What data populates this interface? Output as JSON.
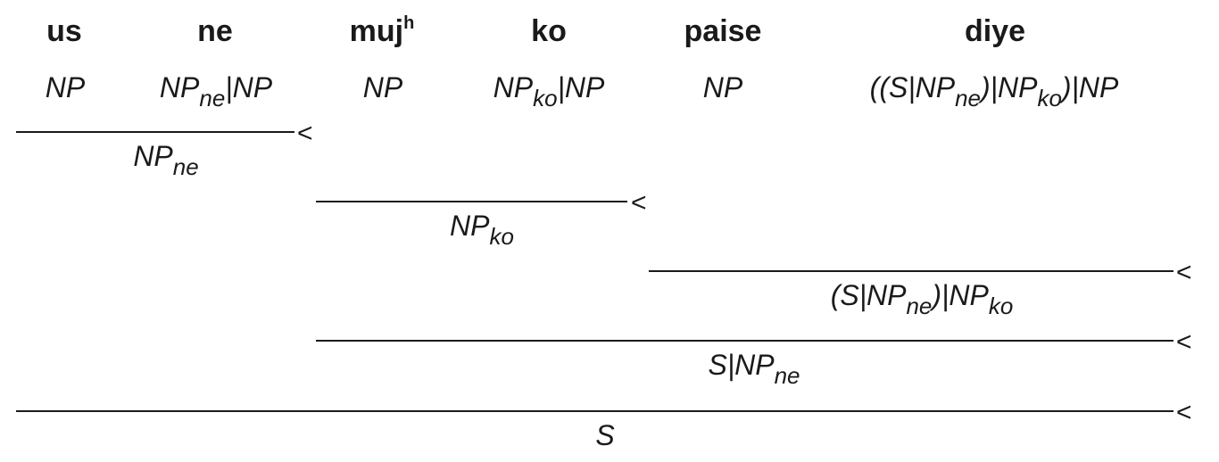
{
  "words": [
    {
      "base": "us",
      "sup": ""
    },
    {
      "base": "ne",
      "sup": ""
    },
    {
      "base": "muj",
      "sup": "h"
    },
    {
      "base": "ko",
      "sup": ""
    },
    {
      "base": "paise",
      "sup": ""
    },
    {
      "base": "diye",
      "sup": ""
    }
  ],
  "lexical_categories": [
    {
      "parts": [
        "NP"
      ]
    },
    {
      "parts": [
        "NP",
        "ne",
        "|NP"
      ]
    },
    {
      "parts": [
        "NP"
      ]
    },
    {
      "parts": [
        "NP",
        "ko",
        "|NP"
      ]
    },
    {
      "parts": [
        "NP"
      ]
    },
    {
      "parts": [
        "((S|NP",
        "ne",
        ")|NP",
        "ko",
        ")|NP"
      ]
    }
  ],
  "derivation_steps": [
    {
      "operator": "<",
      "result": [
        "NP",
        "ne"
      ]
    },
    {
      "operator": "<",
      "result": [
        "NP",
        "ko"
      ]
    },
    {
      "operator": "<",
      "result": [
        "(S|NP",
        "ne",
        ")|NP",
        "ko"
      ]
    },
    {
      "operator": "<",
      "result": [
        "S|NP",
        "ne"
      ]
    },
    {
      "operator": "<",
      "result": [
        "S"
      ]
    }
  ]
}
